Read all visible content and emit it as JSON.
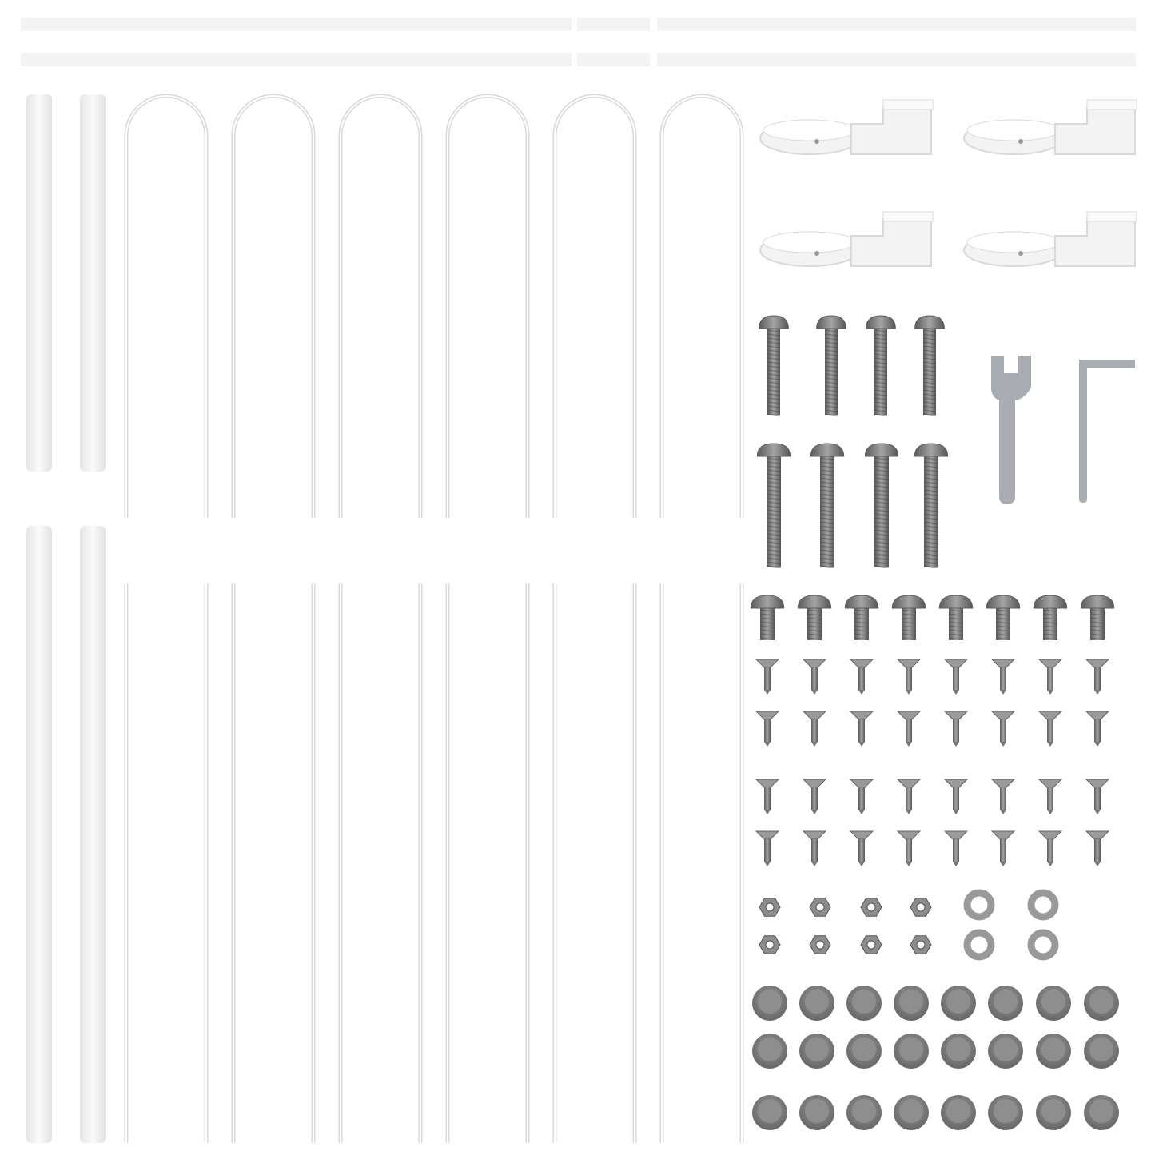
{
  "colors": {
    "background": "#ffffff",
    "white_part": "#f3f3f3",
    "white_part_edge": "#d9d9d9",
    "metal": "#8a8a8a",
    "metal_dark": "#5e5e5e",
    "tool_grey": "#a9adb2"
  },
  "parts": {
    "top_bars": 6,
    "support_rods": 4,
    "hoop_stakes": 6,
    "brackets": 4,
    "long_bolts": 8,
    "short_bolts": 8,
    "small_screws": 32,
    "nuts": 8,
    "washers": 4,
    "caps": 24,
    "wrench": 1,
    "hex_key": 1
  }
}
